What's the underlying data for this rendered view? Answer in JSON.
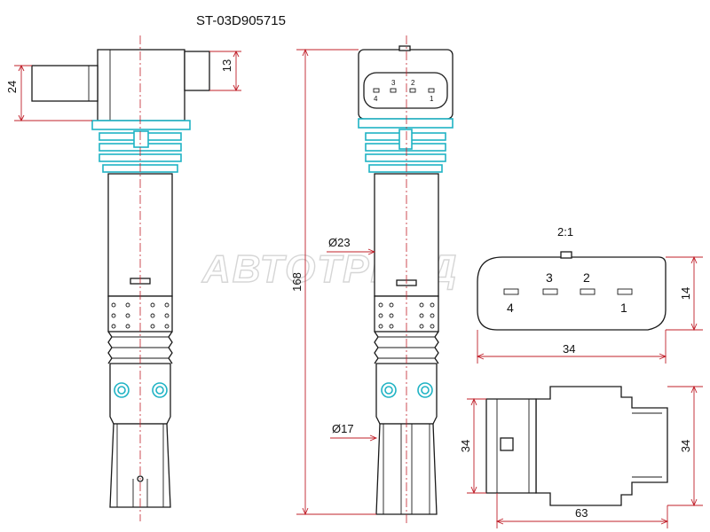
{
  "part_number": "ST-03D905715",
  "watermark": "АВТОТРЕЙД",
  "scale_label": "2:1",
  "dimensions": {
    "connector_height": "24",
    "connector_tab": "13",
    "overall_length": "168",
    "upper_diameter": "Ø23",
    "lower_diameter": "Ø17",
    "plug_height": "14",
    "plug_width": "34",
    "bottom_plug_height": "34",
    "bottom_housing_height": "34",
    "bottom_housing_width": "63"
  },
  "pins_small": [
    "4",
    "3",
    "2",
    "1"
  ],
  "pins_large": [
    "4",
    "3",
    "2",
    "1"
  ],
  "colors": {
    "outline": "#1a1a1a",
    "dimension": "#c0202a",
    "seal": "#1fb3c4"
  }
}
